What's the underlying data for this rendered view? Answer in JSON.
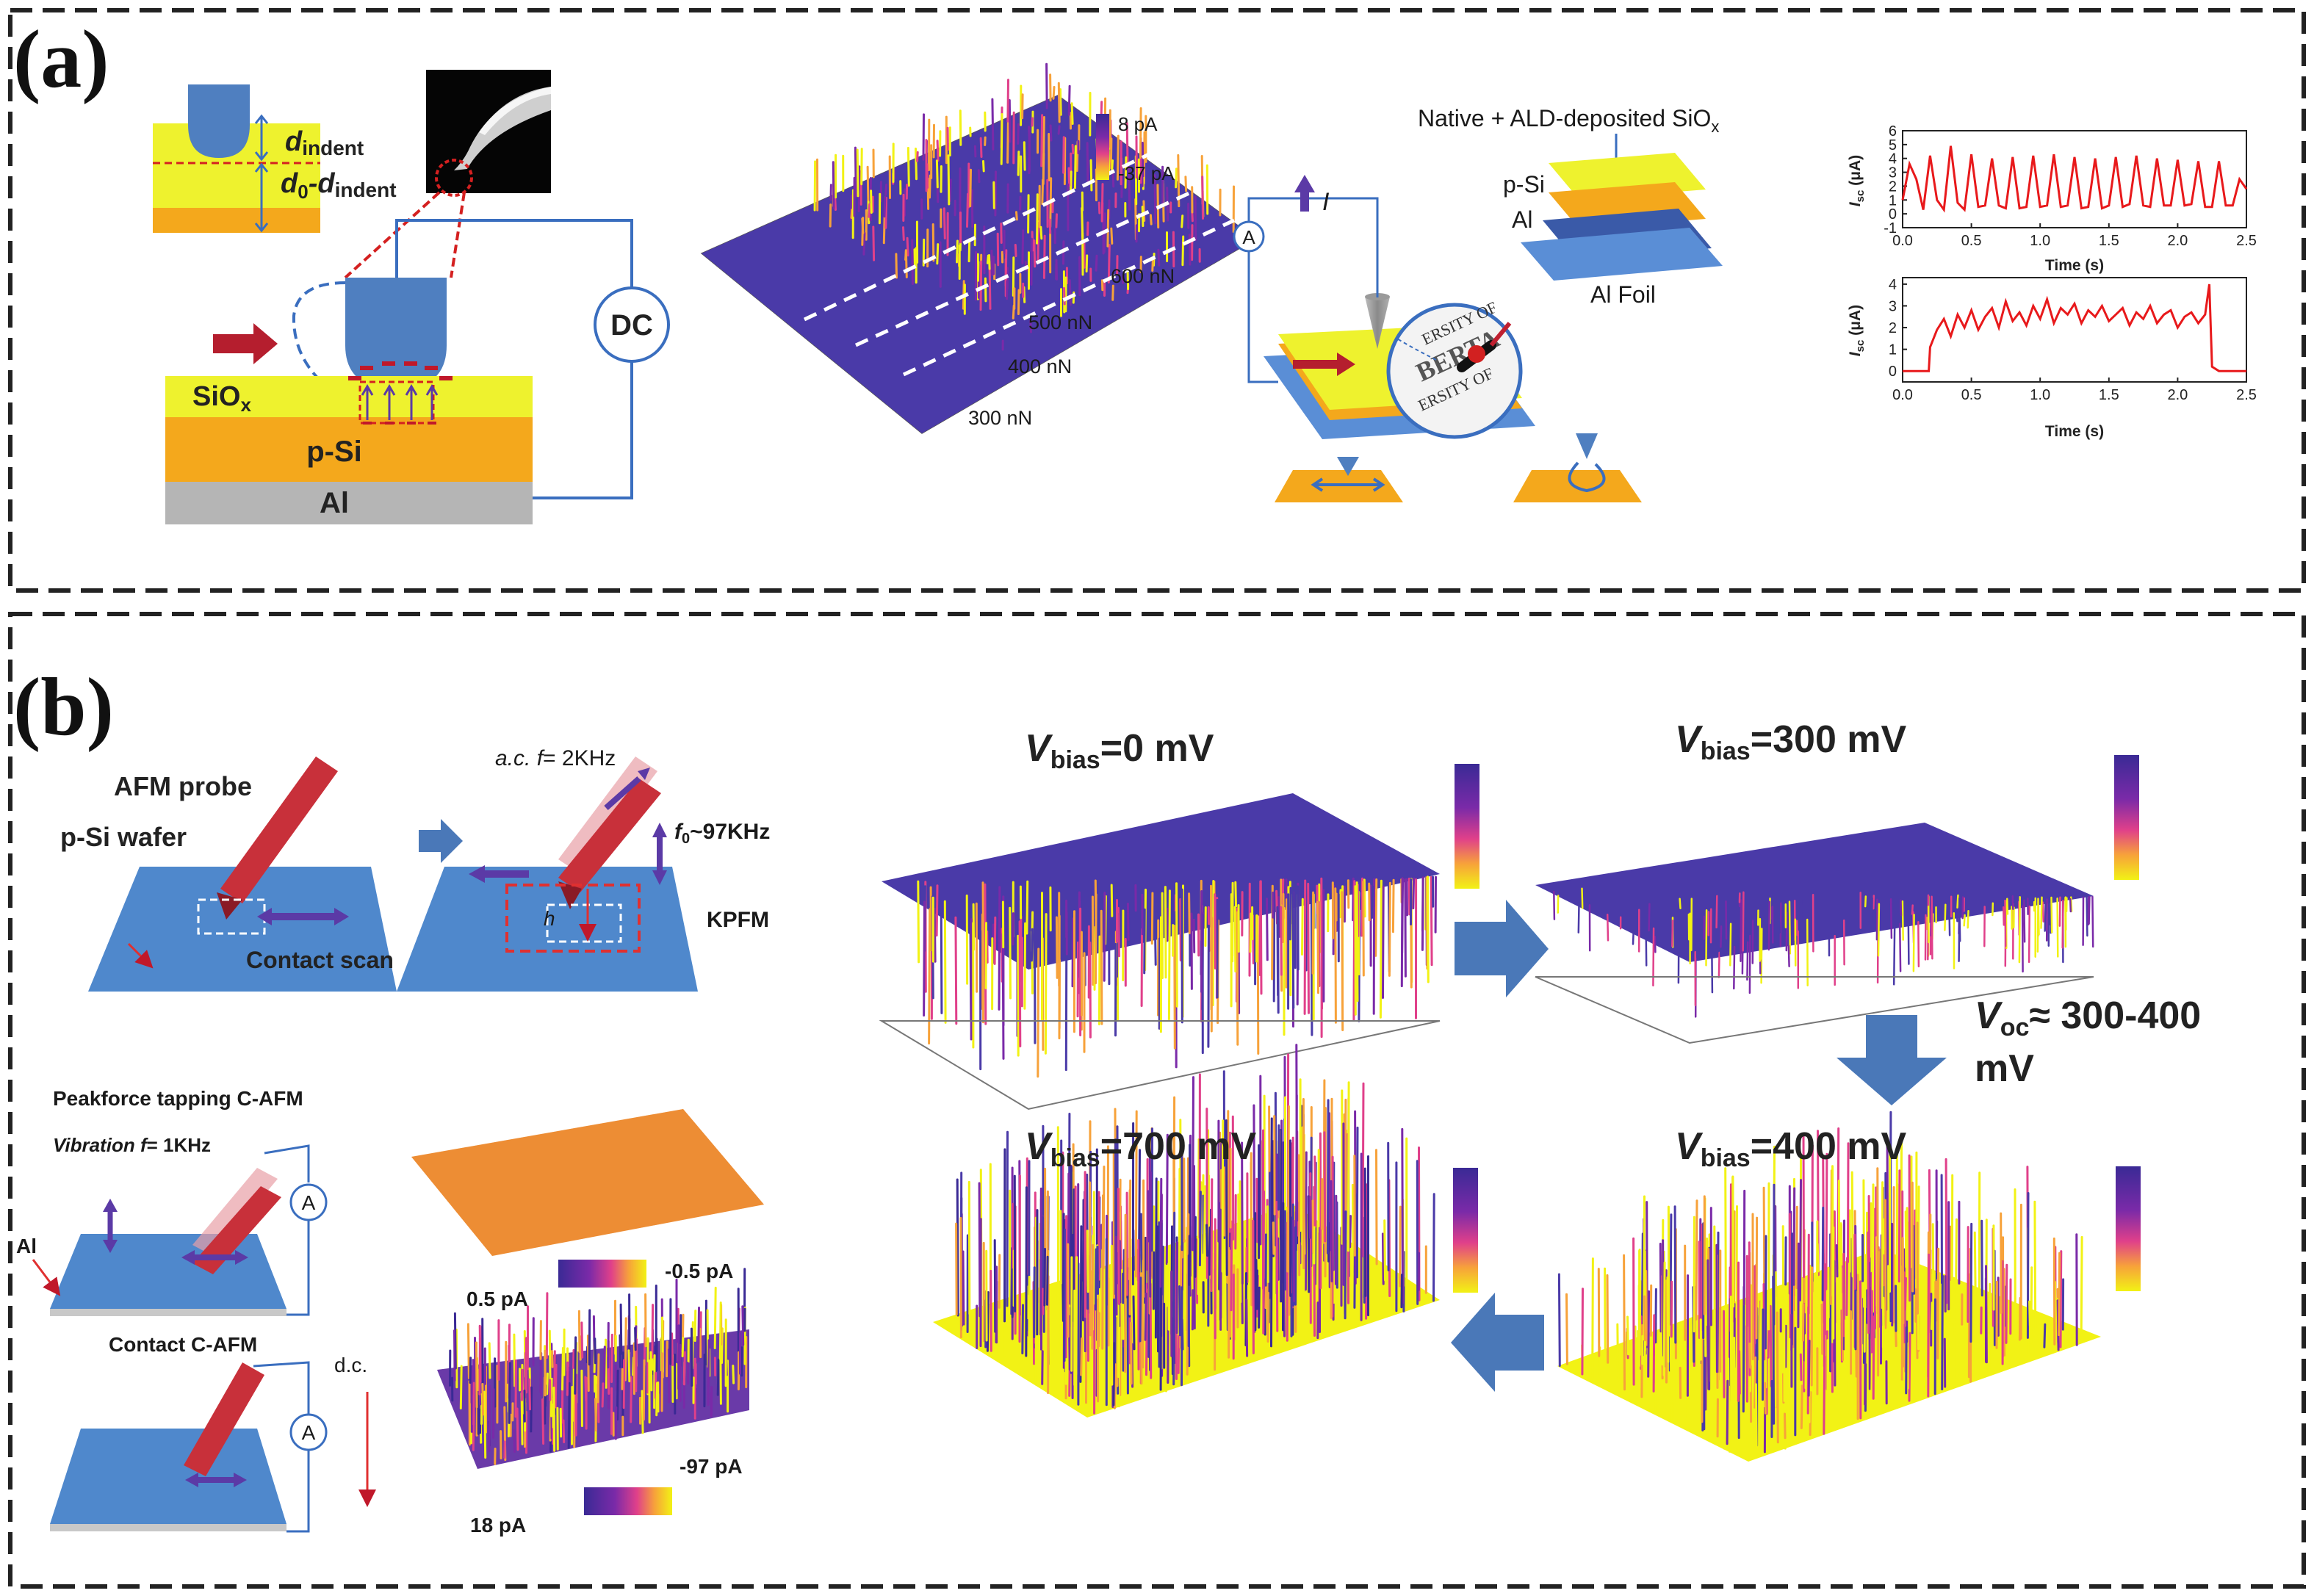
{
  "panel_a": {
    "label": "(a)",
    "schematic": {
      "d_indent": "d",
      "d_indent_sub": "indent",
      "d0_minus": "d",
      "d0_sub": "0",
      "d0_dash": "-d",
      "d0_sub2": "indent",
      "layer_siox": "SiO",
      "layer_siox_sub": "x",
      "layer_psi": "p-Si",
      "layer_al": "Al",
      "source": "DC"
    },
    "map": {
      "scale_max": "8 pA",
      "scale_min": "-37 pA",
      "loads": [
        "600 nN",
        "500 nN",
        "400 nN",
        "300 nN"
      ]
    },
    "device": {
      "title": "Native + ALD-deposited SiO",
      "title_sub": "x",
      "current_symbol": "I",
      "ammeter": "A",
      "layers": [
        "p-Si",
        "Al"
      ],
      "foil": "Al Foil"
    },
    "plots": {
      "ylabel_italic": "I",
      "ylabel_sub": "sc",
      "ylabel_unit": " (μA)",
      "xlabel": "Time (s)",
      "top_yticks": [
        "6",
        "5",
        "4",
        "3",
        "2",
        "1",
        "0",
        "-1"
      ],
      "bottom_yticks": [
        "4",
        "3",
        "2",
        "1",
        "0"
      ],
      "xticks": [
        "0.0",
        "0.5",
        "1.0",
        "1.5",
        "2.0",
        "2.5"
      ],
      "line_color": "#e8191b"
    }
  },
  "panel_b": {
    "label": "(b)",
    "schematic": {
      "probe": "AFM probe",
      "wafer": "p-Si wafer",
      "scan": "Contact scan",
      "ac_pre": "a.c. ",
      "ac_f": "f",
      "ac_val": "= 2KHz",
      "f0": "f",
      "f0_sub": "0",
      "f0_val": "~97KHz",
      "kpfm": "KPFM",
      "h": "h",
      "peakforce": "Peakforce tapping C-AFM",
      "vib_pre": "Vibration ",
      "vib_f": "f",
      "vib_val": "= 1KHz",
      "al": "Al",
      "ammeter": "A",
      "contact": "Contact C-AFM",
      "dc": "d.c."
    },
    "small_maps": {
      "top_min": "0.5 pA",
      "top_max": "-0.5 pA",
      "bottom_min": "18 pA",
      "bottom_max": "-97 pA"
    },
    "vbias": {
      "v": "V",
      "sub": "bias",
      "values": [
        "=0 mV",
        "=300 mV",
        "=700 mV",
        "=400 mV"
      ]
    },
    "voc": {
      "v": "V",
      "sub": "oc",
      "text1": "≈ 300-400",
      "text2": "mV"
    }
  },
  "colors": {
    "purple": "#4a2fa0",
    "yellow": "#f2f215",
    "orange": "#f4a81c",
    "blue": "#4f88cc",
    "red": "#c8303a",
    "arrow_blue": "#4a78b8"
  },
  "chart_data": [
    {
      "type": "line",
      "xlabel": "Time (s)",
      "ylabel": "Isc (μA)",
      "xlim": [
        0,
        2.5
      ],
      "ylim": [
        -1,
        6
      ],
      "series": [
        {
          "x": [
            0.0,
            0.05,
            0.1,
            0.15,
            0.2,
            0.25,
            0.3,
            0.35,
            0.4,
            0.45,
            0.5,
            0.55,
            0.6,
            0.65,
            0.7,
            0.75,
            0.8,
            0.85,
            0.9,
            0.95,
            1.0,
            1.05,
            1.1,
            1.15,
            1.2,
            1.25,
            1.3,
            1.35,
            1.4,
            1.45,
            1.5,
            1.55,
            1.6,
            1.65,
            1.7,
            1.75,
            1.8,
            1.85,
            1.9,
            1.95,
            2.0,
            2.05,
            2.1,
            2.15,
            2.2,
            2.25,
            2.3,
            2.35,
            2.4,
            2.45,
            2.5
          ],
          "y": [
            1.0,
            3.6,
            2.5,
            0.3,
            4.2,
            1.0,
            0.3,
            4.9,
            0.8,
            0.3,
            4.3,
            0.5,
            0.6,
            4.0,
            0.6,
            0.4,
            4.1,
            0.4,
            0.5,
            4.2,
            0.5,
            0.6,
            4.3,
            0.5,
            0.6,
            4.1,
            0.4,
            0.5,
            4.0,
            0.4,
            0.6,
            4.1,
            0.5,
            0.7,
            4.2,
            0.6,
            0.5,
            4.0,
            0.6,
            0.6,
            3.9,
            0.6,
            0.7,
            3.8,
            0.5,
            0.5,
            3.8,
            0.6,
            0.6,
            2.5,
            1.8
          ]
        }
      ]
    },
    {
      "type": "line",
      "xlabel": "Time (s)",
      "ylabel": "Isc (μA)",
      "xlim": [
        0,
        2.5
      ],
      "ylim": [
        -0.5,
        4.3
      ],
      "series": [
        {
          "x": [
            0.0,
            0.15,
            0.19,
            0.2,
            0.25,
            0.3,
            0.35,
            0.4,
            0.45,
            0.5,
            0.55,
            0.6,
            0.65,
            0.7,
            0.75,
            0.8,
            0.85,
            0.9,
            0.95,
            1.0,
            1.05,
            1.1,
            1.15,
            1.2,
            1.25,
            1.3,
            1.35,
            1.4,
            1.45,
            1.5,
            1.55,
            1.6,
            1.65,
            1.7,
            1.75,
            1.8,
            1.85,
            1.9,
            1.95,
            2.0,
            2.05,
            2.1,
            2.15,
            2.2,
            2.23,
            2.25,
            2.3,
            2.5
          ],
          "y": [
            0.0,
            0.0,
            0.0,
            1.1,
            1.9,
            2.4,
            1.6,
            2.6,
            2.0,
            2.8,
            1.9,
            2.5,
            2.9,
            2.0,
            3.2,
            2.3,
            2.7,
            2.1,
            3.0,
            2.4,
            3.3,
            2.2,
            2.9,
            2.6,
            3.1,
            2.2,
            2.8,
            2.5,
            3.0,
            2.3,
            2.6,
            2.9,
            2.1,
            2.7,
            2.4,
            3.0,
            2.2,
            2.6,
            2.8,
            2.0,
            2.5,
            2.7,
            2.2,
            2.6,
            4.0,
            0.2,
            0.0,
            0.0
          ]
        }
      ]
    }
  ]
}
